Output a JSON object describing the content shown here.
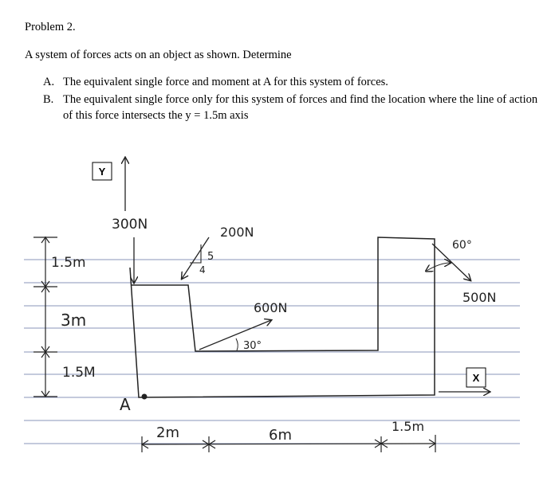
{
  "problem": {
    "title": "Problem 2.",
    "intro": "A system of forces acts on an object as shown. Determine",
    "items": [
      {
        "letter": "A.",
        "text": "The equivalent single force and moment at A for this system of forces."
      },
      {
        "letter": "B.",
        "text": "The equivalent single force only for this system of forces and find the location where the line of action of this force intersects the y = 1.5m axis"
      }
    ]
  },
  "figure": {
    "axis_y": "Y",
    "axis_x": "X",
    "point": "A",
    "forces": {
      "f300": "300N",
      "f200": "200N",
      "slope_5": "5",
      "slope_4": "4",
      "f600": "600N",
      "angle_30": "30°",
      "f500": "500N",
      "angle_60": "60°"
    },
    "dims_vertical": [
      "1.5m",
      "3m",
      "1.5M"
    ],
    "dims_horizontal": [
      "2m",
      "6m",
      "1.5m"
    ]
  }
}
